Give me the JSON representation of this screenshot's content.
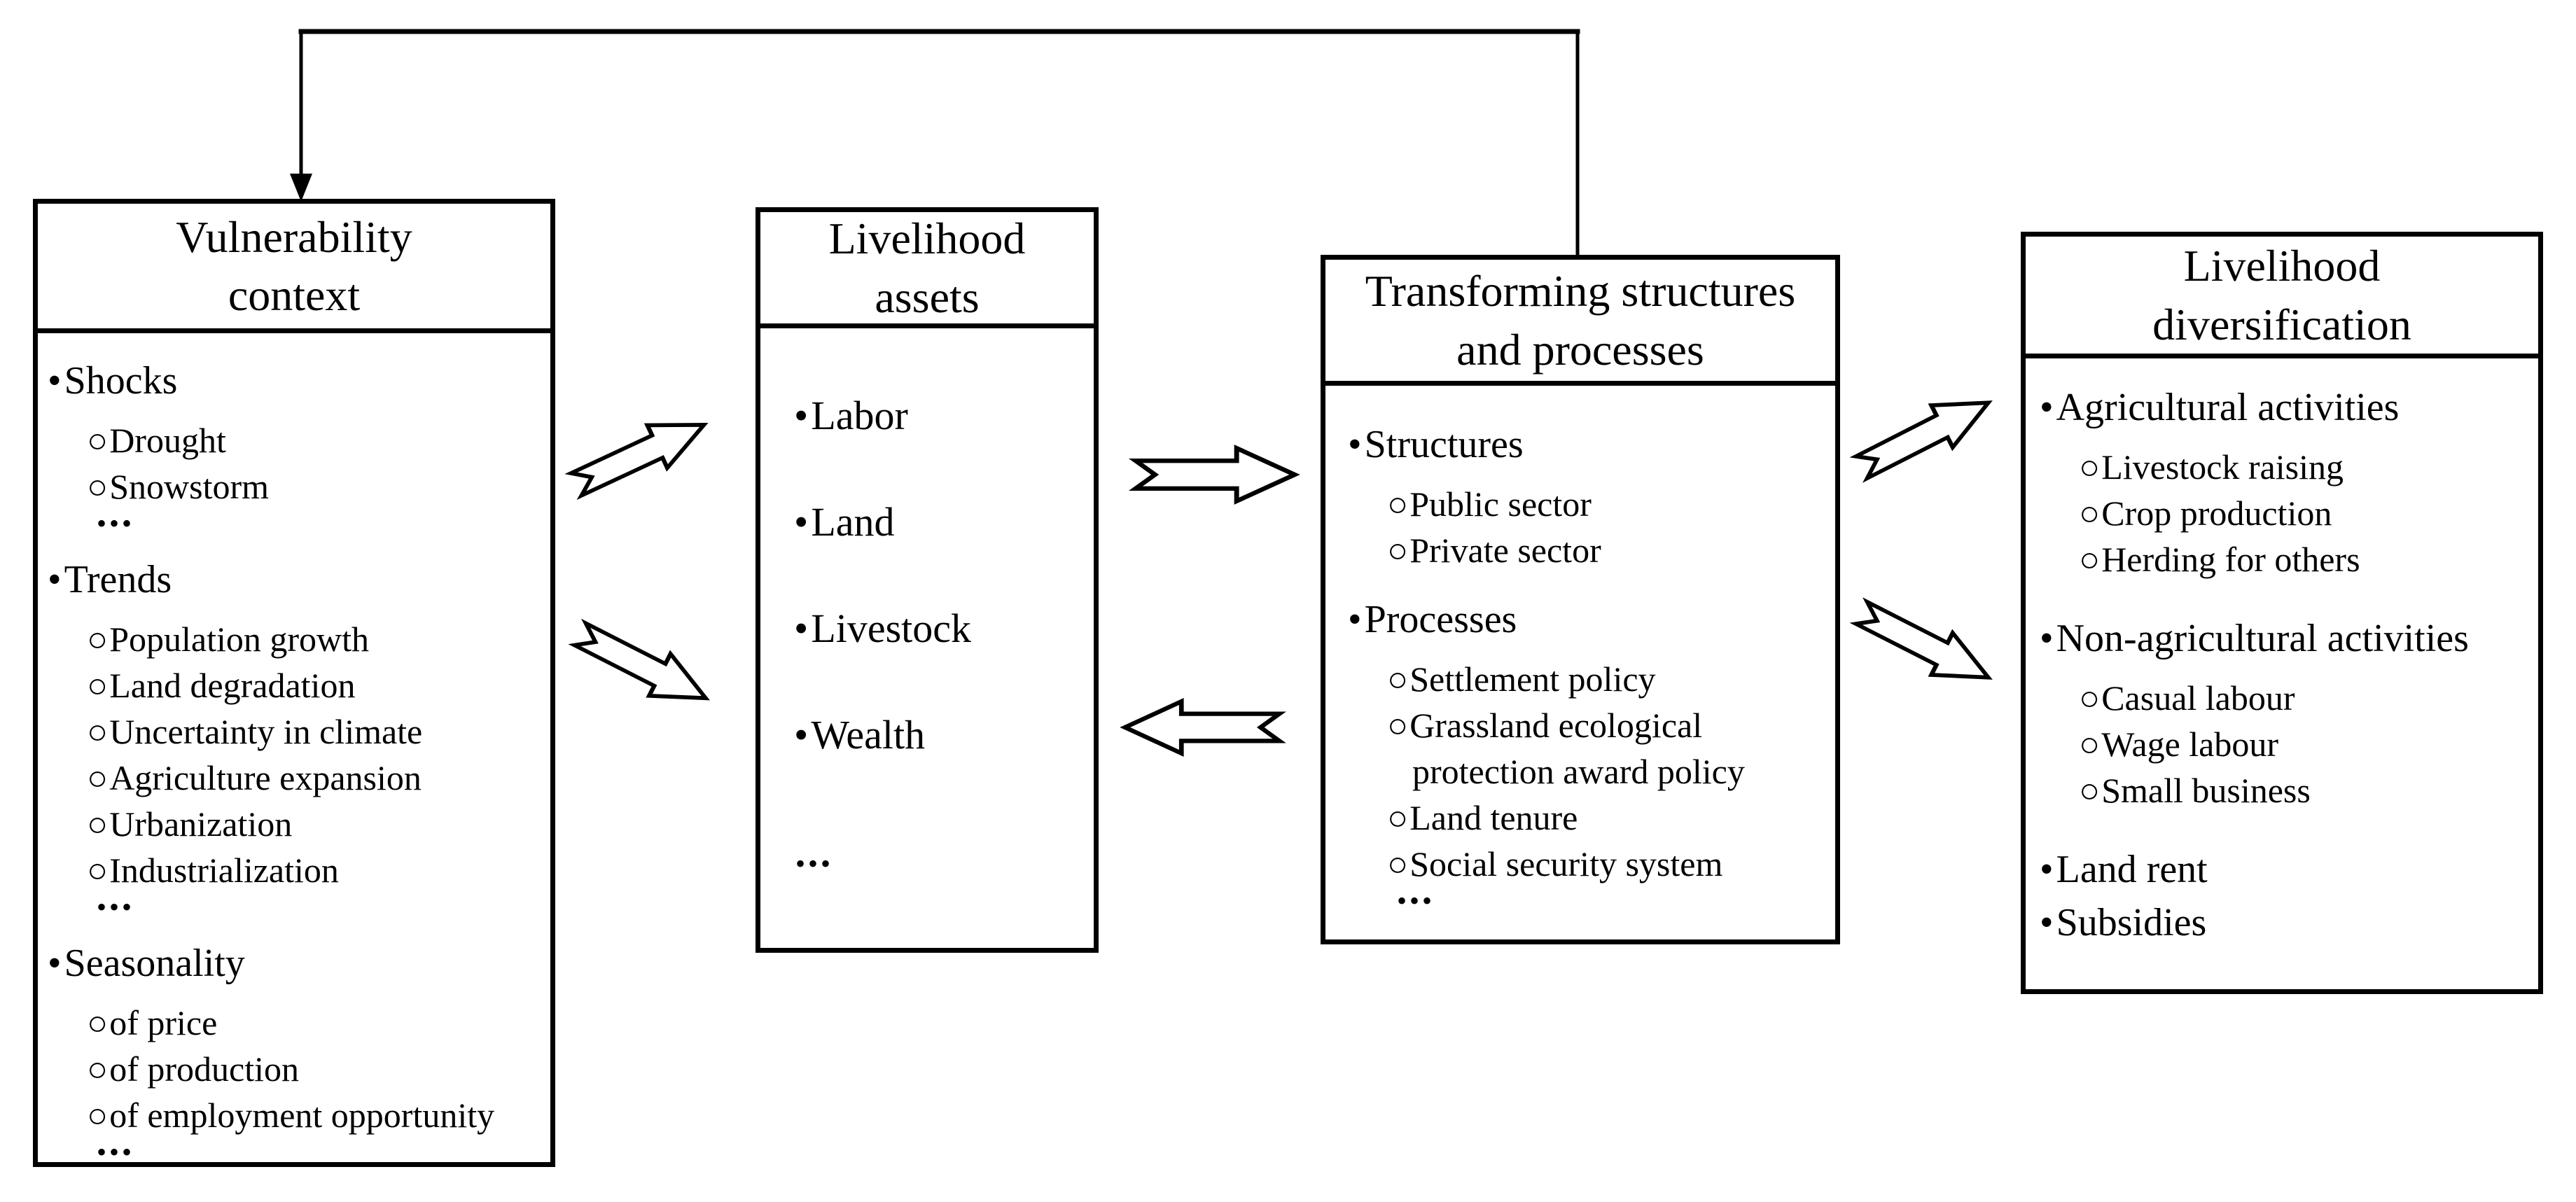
{
  "canvas": {
    "background": "#ffffff",
    "line_color": "#000000",
    "fill_color": "#ffffff"
  },
  "markers": {
    "bullet": "•",
    "circle": "○"
  },
  "boxes": [
    {
      "id": "vulnerability-context",
      "title_lines": [
        "Vulnerability",
        "context"
      ],
      "items": [
        {
          "level": "1",
          "text": "Shocks"
        },
        {
          "level": "2",
          "text": "Drought"
        },
        {
          "level": "2",
          "text": "Snowstorm"
        },
        {
          "level": "dots",
          "text": "•••"
        },
        {
          "level": "1",
          "text": "Trends"
        },
        {
          "level": "2",
          "text": "Population growth"
        },
        {
          "level": "2",
          "text": "Land degradation"
        },
        {
          "level": "2",
          "text": "Uncertainty in climate"
        },
        {
          "level": "2",
          "text": "Agriculture expansion"
        },
        {
          "level": "2",
          "text": "Urbanization"
        },
        {
          "level": "2",
          "text": "Industrialization"
        },
        {
          "level": "dots",
          "text": "•••"
        },
        {
          "level": "1",
          "text": "Seasonality"
        },
        {
          "level": "2",
          "text": "of price"
        },
        {
          "level": "2",
          "text": "of production"
        },
        {
          "level": "2",
          "text": "of employment opportunity"
        },
        {
          "level": "dots",
          "text": "•••"
        }
      ]
    },
    {
      "id": "livelihood-assets",
      "title_lines": [
        "Livelihood",
        "assets"
      ],
      "items": [
        {
          "level": "1",
          "text": "Labor"
        },
        {
          "level": "1",
          "text": "Land"
        },
        {
          "level": "1",
          "text": "Livestock"
        },
        {
          "level": "1",
          "text": "Wealth"
        },
        {
          "level": "dots",
          "text": "•••"
        }
      ]
    },
    {
      "id": "transforming-structures-and-processes",
      "title_lines": [
        "Transforming structures",
        "and processes"
      ],
      "items": [
        {
          "level": "1",
          "text": "Structures"
        },
        {
          "level": "2",
          "text": "Public sector"
        },
        {
          "level": "2",
          "text": "Private sector"
        },
        {
          "level": "1",
          "text": "Processes"
        },
        {
          "level": "2",
          "text": "Settlement policy"
        },
        {
          "level": "2",
          "text": "Grassland ecological"
        },
        {
          "level": "2cont",
          "text": "protection award policy"
        },
        {
          "level": "2",
          "text": "Land tenure"
        },
        {
          "level": "2",
          "text": "Social security system"
        },
        {
          "level": "dots",
          "text": "•••"
        }
      ]
    },
    {
      "id": "livelihood-diversification",
      "title_lines": [
        "Livelihood",
        "diversification"
      ],
      "items": [
        {
          "level": "1",
          "text": "Agricultural activities"
        },
        {
          "level": "2",
          "text": "Livestock raising"
        },
        {
          "level": "2",
          "text": "Crop production"
        },
        {
          "level": "2",
          "text": "Herding for others"
        },
        {
          "level": "1",
          "text": "Non-agricultural activities"
        },
        {
          "level": "2",
          "text": "Casual labour"
        },
        {
          "level": "2",
          "text": "Wage labour"
        },
        {
          "level": "2",
          "text": "Small business"
        },
        {
          "level": "1",
          "text": "Land rent"
        },
        {
          "level": "1",
          "text": "Subsidies"
        }
      ]
    }
  ],
  "connectors": [
    {
      "id": "context-to-assets-upper",
      "style": "block-arrow",
      "from": "vulnerability-context",
      "to": "livelihood-assets",
      "direction": "up-right"
    },
    {
      "id": "context-to-assets-lower",
      "style": "block-arrow",
      "from": "vulnerability-context",
      "to": "livelihood-assets",
      "direction": "down-right"
    },
    {
      "id": "assets-to-structures",
      "style": "block-arrow",
      "from": "livelihood-assets",
      "to": "transforming-structures-and-processes",
      "direction": "right"
    },
    {
      "id": "structures-to-assets",
      "style": "block-arrow",
      "from": "transforming-structures-and-processes",
      "to": "livelihood-assets",
      "direction": "left"
    },
    {
      "id": "structures-to-diversification-upper",
      "style": "block-arrow",
      "from": "transforming-structures-and-processes",
      "to": "livelihood-diversification",
      "direction": "up-right"
    },
    {
      "id": "structures-to-diversification-lower",
      "style": "block-arrow",
      "from": "transforming-structures-and-processes",
      "to": "livelihood-diversification",
      "direction": "down-right"
    },
    {
      "id": "feedback",
      "style": "line-arrow",
      "from": "transforming-structures-and-processes",
      "to": "vulnerability-context",
      "direction": "up-left-down"
    }
  ]
}
